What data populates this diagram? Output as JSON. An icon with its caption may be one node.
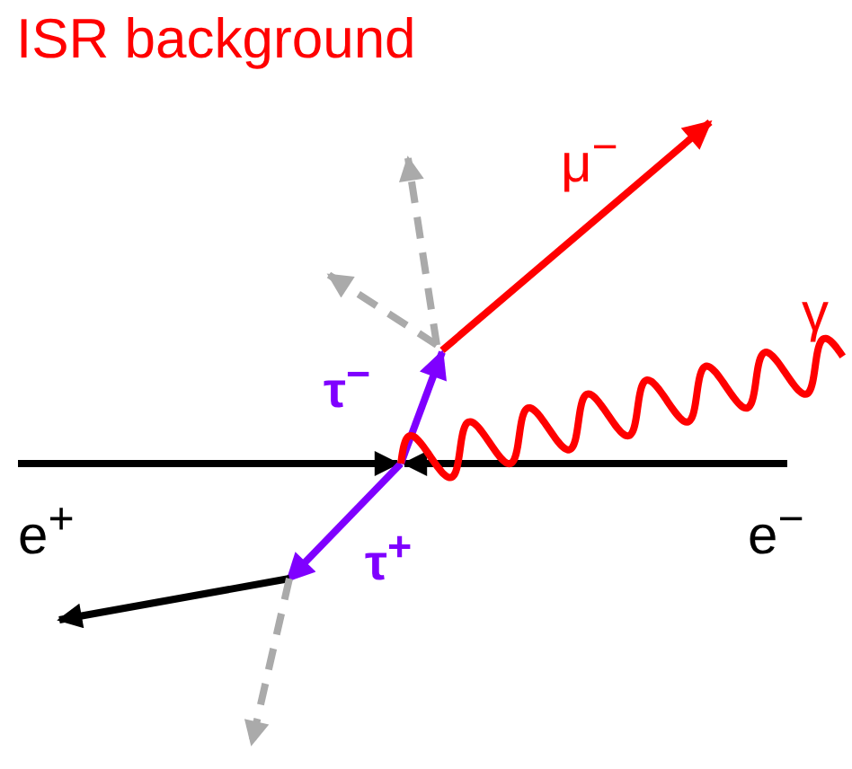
{
  "diagram": {
    "title": "ISR background",
    "labels": [
      "μ$^{−}$",
      "γ",
      "τ$^{−}$",
      "e$^{+}$",
      "τ$^{+}$",
      "e$^{−}$"
    ]
  }
}
